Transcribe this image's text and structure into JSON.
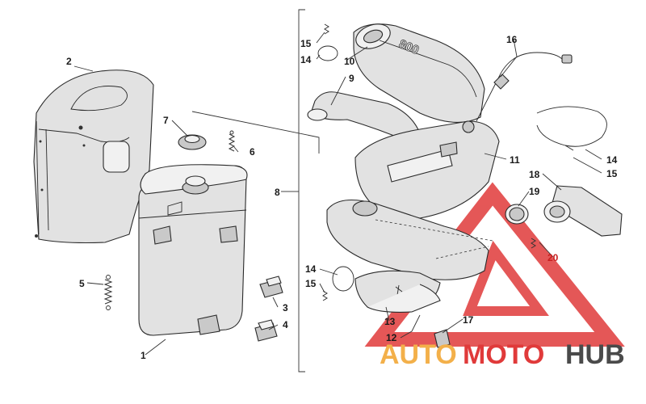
{
  "labels": {
    "l1": "1",
    "l2": "2",
    "l3": "3",
    "l4": "4",
    "l5": "5",
    "l6": "6",
    "l7": "7",
    "l8": "8",
    "l9": "9",
    "l10": "10",
    "l11": "11",
    "l12": "12",
    "l13": "13",
    "l14a": "14",
    "l14b": "14",
    "l14c": "14",
    "l15a": "15",
    "l15b": "15",
    "l15c": "15",
    "l16": "16",
    "l17": "17",
    "l18": "18",
    "l19": "19",
    "l20": "20"
  },
  "engraving": "800",
  "watermark": {
    "part1": "AUTO",
    "part2": "MOTO",
    "part3": "HUB"
  },
  "colors": {
    "watermark_red": "#e03a3a",
    "watermark_orange": "#f3b04a",
    "watermark_gray": "#4a4a4a",
    "highlight_label": "#c81e1e"
  }
}
